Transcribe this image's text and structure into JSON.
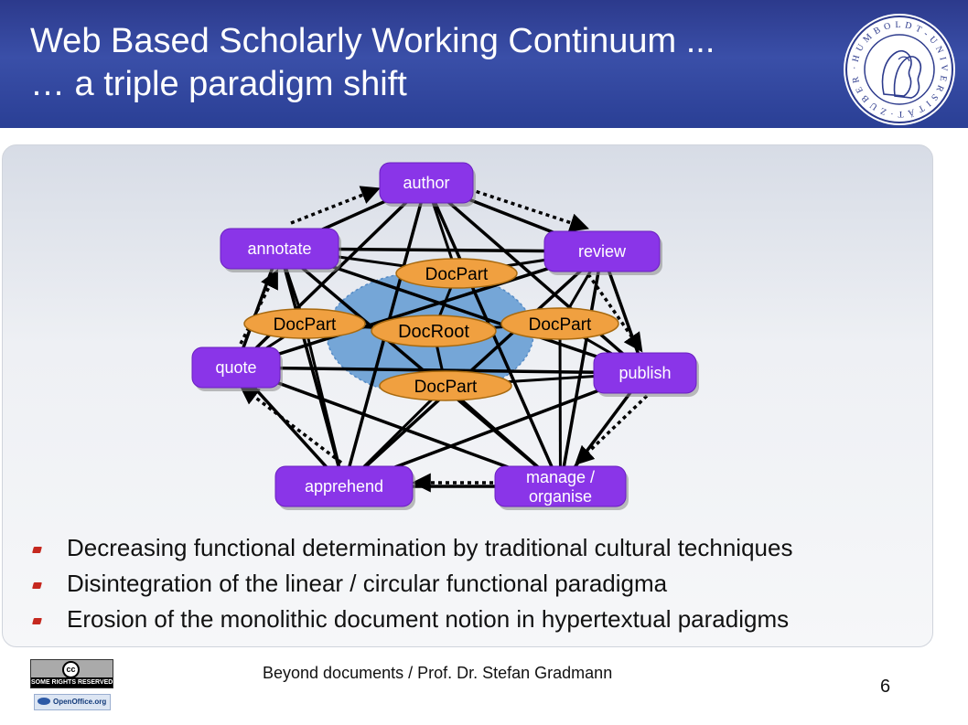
{
  "slide": {
    "title_line1": "Web Based Scholarly Working Continuum ...",
    "title_line2": "… a triple paradigm shift",
    "logo_text": "· H U M B O L D T - U N I V E R S I T Ä T · Z U B E R L I N ·",
    "bullets": [
      "Decreasing functional determination by traditional cultural techniques",
      "Disintegration of the linear / circular functional paradigma",
      "Erosion of the monolithic document notion in hypertextual paradigms"
    ],
    "footer": "Beyond documents / Prof. Dr. Stefan Gradmann",
    "page_number": "6",
    "cc_symbol": "cc",
    "cc_label": "SOME RIGHTS RESERVED",
    "openoffice_label": "OpenOffice.org"
  },
  "diagram": {
    "activities": [
      {
        "id": "author",
        "label": "author"
      },
      {
        "id": "review",
        "label": "review"
      },
      {
        "id": "publish",
        "label": "publish"
      },
      {
        "id": "manage",
        "label": "manage /\norganise"
      },
      {
        "id": "apprehend",
        "label": "apprehend"
      },
      {
        "id": "quote",
        "label": "quote"
      },
      {
        "id": "annotate",
        "label": "annotate"
      }
    ],
    "document_nodes": [
      {
        "id": "dp_top",
        "label": "DocPart"
      },
      {
        "id": "dp_left",
        "label": "DocPart"
      },
      {
        "id": "docroot",
        "label": "DocRoot"
      },
      {
        "id": "dp_right",
        "label": "DocPart"
      },
      {
        "id": "dp_bottom",
        "label": "DocPart"
      }
    ],
    "cycle": [
      "author",
      "review",
      "publish",
      "manage",
      "apprehend",
      "quote",
      "annotate",
      "author"
    ],
    "colors": {
      "activity_fill": "#8a35e8",
      "document_fill": "#f0a040",
      "document_area": "#6fa3d6",
      "line": "#000000"
    }
  }
}
